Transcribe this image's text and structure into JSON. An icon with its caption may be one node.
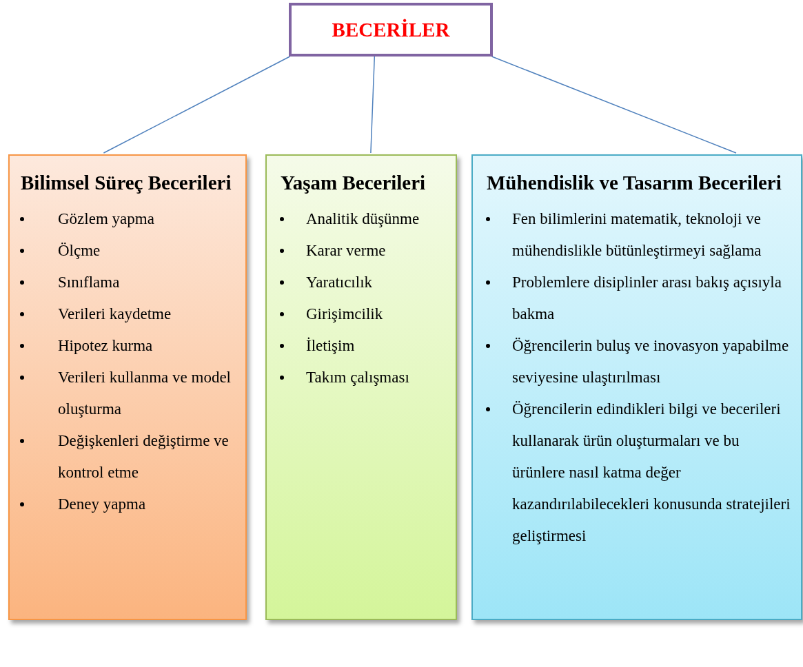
{
  "diagram": {
    "nodes": [
      {
        "text": [
          "BECERİLER"
        ]
      },
      {
        "text": [
          "Bilimsel Süreç Becerileri",
          "Gözlem yapma",
          "Ölçme",
          "Sınıflama",
          "Verileri kaydetme",
          "Hipotez kurma",
          "Verileri kullanma ve model oluşturma",
          "Değişkenleri değiştirme ve kontrol etme",
          "Deney yapma"
        ]
      },
      {
        "text": [
          "Yaşam Becerileri",
          "Analitik düşünme",
          "Karar verme",
          "Yaratıcılık",
          "Girişimcilik",
          "İletişim",
          "Takım çalışması"
        ]
      },
      {
        "text": [
          "Mühendislik ve Tasarım Becerileri",
          "Fen bilimlerini matematik, teknoloji ve mühendislikle bütünleştirmeyi sağlama",
          "Problemlere disiplinler arası bakış açısıyla bakma",
          "Öğrencilerin buluş ve inovasyon yapabilme seviyesine ulaştırılması",
          "Öğrencilerin edindikleri bilgi ve becerileri kullanarak ürün oluşturmaları ve bu ürünlere nasıl katma değer kazandırılabilecekleri konusunda stratejileri geliştirmesi"
        ]
      }
    ],
    "edges": [
      {
        "from": 0,
        "to": 1,
        "arrow": "none"
      },
      {
        "from": 0,
        "to": 2,
        "arrow": "none"
      },
      {
        "from": 0,
        "to": 3,
        "arrow": "none"
      }
    ]
  }
}
